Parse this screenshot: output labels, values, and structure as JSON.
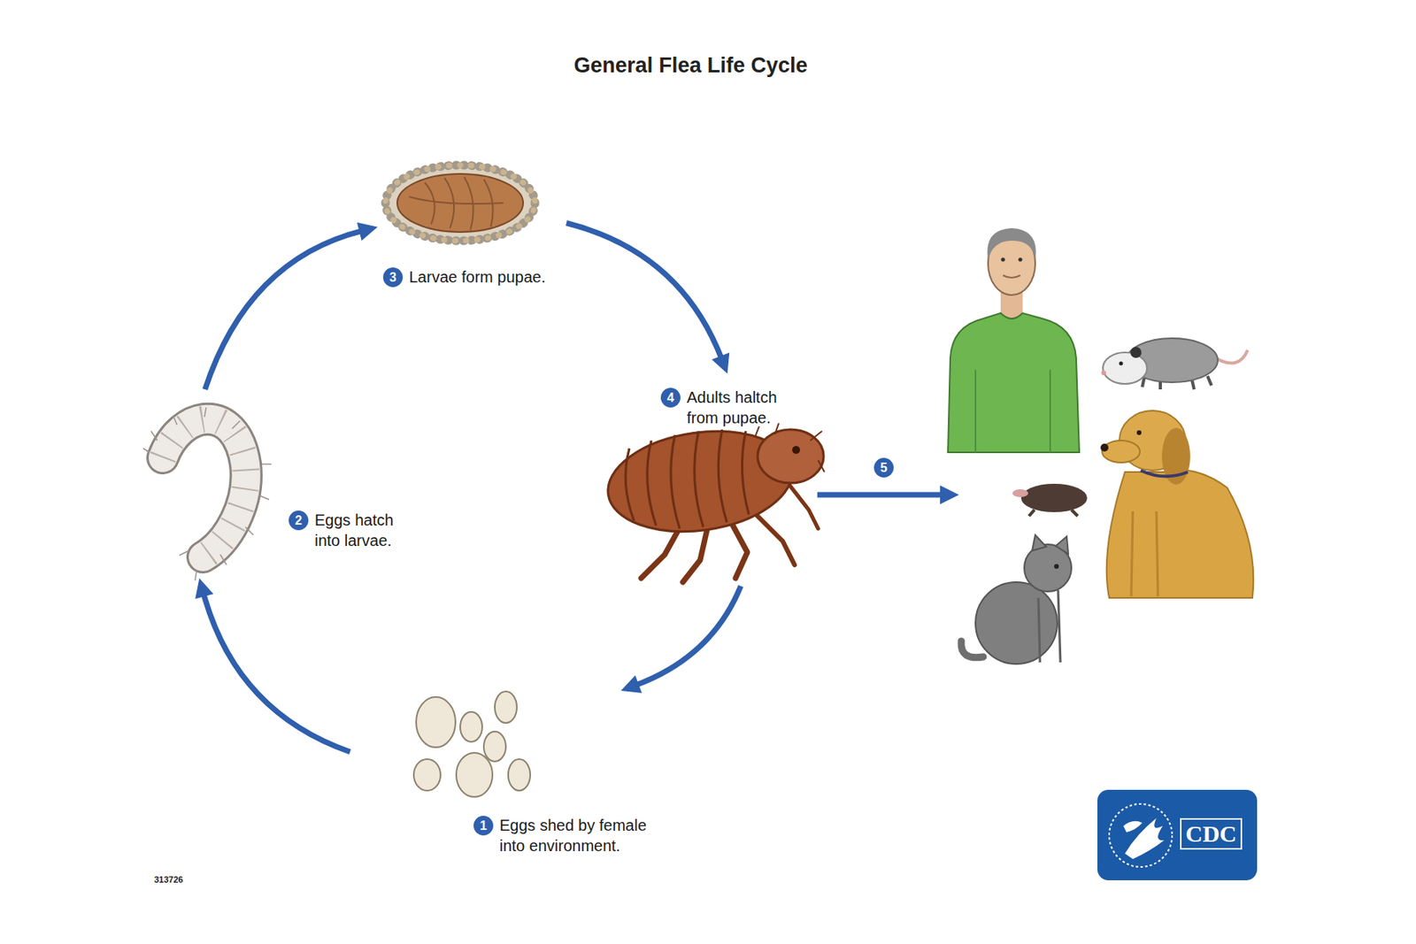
{
  "diagram": {
    "title": "General Flea Life Cycle",
    "nodes": [
      {
        "text": [
          "1",
          "Eggs shed by female into environment."
        ]
      },
      {
        "text": [
          "2",
          "Eggs hatch into larvae."
        ]
      },
      {
        "text": [
          "3",
          "Larvae form pupae."
        ]
      },
      {
        "text": [
          "4",
          "Adults haltch from pupae."
        ]
      }
    ],
    "edges": [
      {
        "from": 0,
        "to": 1,
        "arrow": "to"
      },
      {
        "from": 1,
        "to": 2,
        "arrow": "to"
      },
      {
        "from": 2,
        "to": 3,
        "arrow": "to"
      },
      {
        "from": 3,
        "to": 0,
        "arrow": "to"
      }
    ],
    "labels": [
      "5",
      "313726",
      "CDC"
    ]
  }
}
